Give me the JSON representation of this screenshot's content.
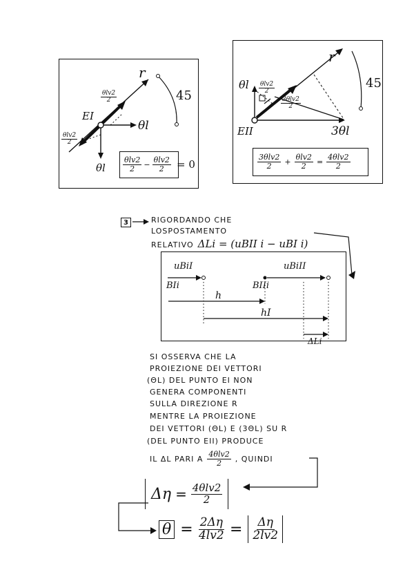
{
  "fig_left": {
    "label_r": "r",
    "label_angle": "45",
    "label_point": "EI",
    "label_theta_l_right": "θl",
    "label_theta_l_down": "θl",
    "label_frac_up_num": "θlv2",
    "label_frac_up_den": "2",
    "label_frac_down_num": "θlv2",
    "label_frac_down_den": "2",
    "eq_num1": "θlv2",
    "eq_den1": "2",
    "eq_minus": "−",
    "eq_num2": "θlv2",
    "eq_den2": "2",
    "eq_result": "= 0"
  },
  "fig_right": {
    "label_r": "r",
    "label_angle": "45",
    "label_point": "EII",
    "label_theta_l_up": "θl",
    "label_3theta_l": "3θl",
    "label_frac_small_num": "θlv2",
    "label_frac_small_den": "2",
    "label_frac_big_num": "3θlv2",
    "label_frac_big_den": "2",
    "eq_num1": "3θlv2",
    "eq_den1": "2",
    "eq_plus": "+",
    "eq_num2": "θlv2",
    "eq_den2": "2",
    "eq_equals": "=",
    "eq_num3": "4θlv2",
    "eq_den3": "2"
  },
  "section": {
    "marker": "3",
    "line1": "RIGORDANDO CHE",
    "line2": "LOSPOSTAMENTO",
    "line3_text": "RELATIVO",
    "line3_formula": "ΔLi = (uBII i − uBI i)"
  },
  "displacement_diagram": {
    "label_u_bi_left": "uBiI",
    "label_u_bi_right": "uBiII",
    "label_b_left": "BIi",
    "label_b_right": "BIIi",
    "label_h": "h",
    "label_h2": "hI",
    "label_delta": "ΔLi"
  },
  "paragraph": {
    "line1": "SI OSSERVA CHE LA",
    "line2": "PROIEZIONE DEI VETTORI",
    "line3": "(θl) DEL PUNTO EI NON",
    "line4": "GENERA COMPONENTI",
    "line5": "SULLA DIREZIONE r",
    "line6": "MENTRE LA PROIEZIONE",
    "line7": "DEI VETTORI (θl) E (3θl) SU r",
    "line8": "(DEL PUNTO EII) PRODUCE",
    "line9_text": "IL ΔL PARI A",
    "line9_num": "4θlv2",
    "line9_den": "2",
    "line9_end": ", QUINDI"
  },
  "result1": {
    "lhs": "Δη",
    "eq": "=",
    "num": "4θlv2",
    "den": "2"
  },
  "result2": {
    "lhs": "θ",
    "eq1": "=",
    "num1": "2Δη",
    "den1": "4lv2",
    "eq2": "=",
    "num2": "Δη",
    "den2": "2lv2"
  }
}
